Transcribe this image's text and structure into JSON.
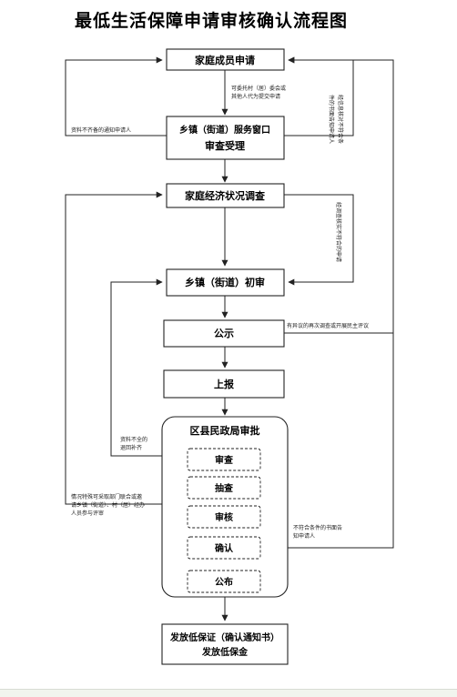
{
  "title": "最低生活保障申请审核确认流程图",
  "nodes": {
    "apply": "家庭成员申请",
    "window_line1": "乡镇（街道）服务窗口",
    "window_line2": "审查受理",
    "survey": "家庭经济状况调查",
    "initial_review": "乡镇（街道）初审",
    "publicity": "公示",
    "report": "上报",
    "bureau": "区县民政局审批",
    "sub_review": "审查",
    "sub_sample": "抽查",
    "sub_audit": "审核",
    "sub_confirm": "确认",
    "sub_publish": "公布",
    "final_line1": "发放低保证（确认通知书）",
    "final_line2": "发放低保金"
  },
  "notes": {
    "entrust_1": "可委托村（居）委会或",
    "entrust_2": "其他人代为提交申请",
    "incomplete_1": "资料不齐备的通知申请人",
    "not_meet_v1": "经信息核对不符合条",
    "not_meet_v2": "件的书面告知申请人",
    "survey_fail": "经调查核实不符合的申请",
    "objection": "有异议的再次调查或开展民主评议",
    "supplement_1": "资料不全的",
    "supplement_2": "退回补齐",
    "recheck_1": "情况特殊可采取部门联合或邀",
    "recheck_2": "请乡镇（街道）、村（居）经办",
    "recheck_3": "人员参与评审",
    "notify_1": "不符合条件的书面告",
    "notify_2": "知申请人"
  }
}
